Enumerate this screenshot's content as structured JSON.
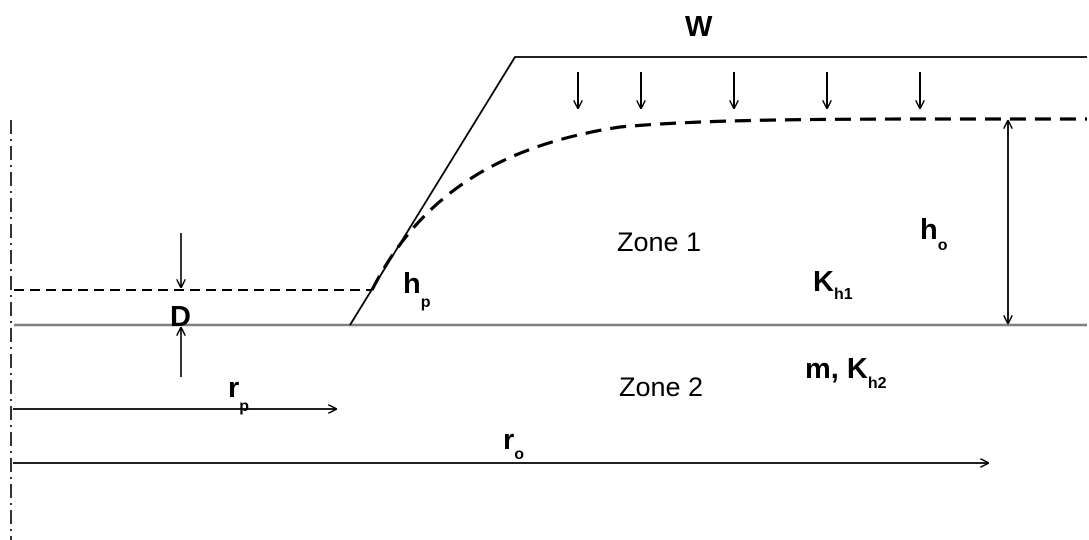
{
  "labels": {
    "recharge": "W",
    "zone_1": "Zone 1",
    "zone_2": "Zone 2",
    "ho_main": "h",
    "ho_sub": "o",
    "hp_main": "h",
    "hp_sub": "p",
    "kh1_main": "K",
    "kh1_sub": "h1",
    "kh2_prefix": "m, K",
    "kh2_sub": "h2",
    "d": "D",
    "rp_main": "r",
    "rp_sub": "p",
    "ro_main": "r",
    "ro_sub": "o"
  },
  "colors": {
    "line": "#000000",
    "ground": "#808080"
  }
}
